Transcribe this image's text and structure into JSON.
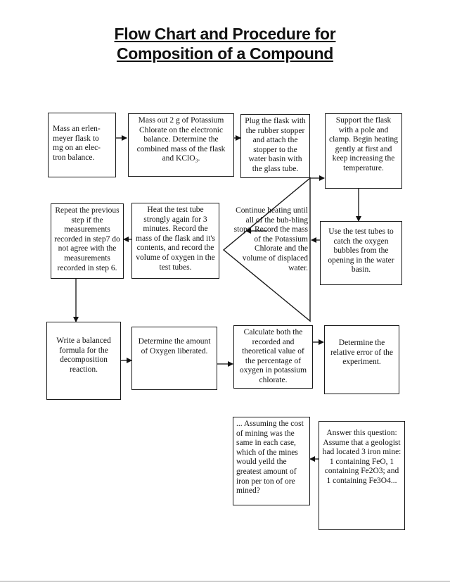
{
  "title": {
    "line1": "Flow Chart and Procedure for",
    "line2": "Composition of a Compound"
  },
  "steps": {
    "s1": "Mass an erlen-meyer flask to mg on an elec-tron balance.",
    "s2": "Mass out 2 g of Potassium Chlorate on the electronic balance. Determine the combined mass of the flask and KClO₃.",
    "s3": "Plug the flask with the rubber stopper and attach the stopper to the water basin with the glass tube.",
    "s4": "Support the flask with a pole and clamp. Begin heating gently at first and keep increasing the temperature.",
    "s5": "Use the test tubes to catch the oxygen bubbles from the opening in the water basin.",
    "s6": "Continue heating until all of the bub-bling stops. Record the mass of the Potassium Chlorate and the volume of displaced water.",
    "s7": "Heat the test tube strongly again for 3 minutes. Record the mass of the flask and it's contents, and record the volume of oxygen in the test tubes.",
    "s8": "Repeat the previous step if the measurements recorded in step7 do not agree with the measurements recorded in step 6.",
    "s9": "Write a balanced formula for the decomposition reaction.",
    "s10": "Determine the amount of Oxygen liberated.",
    "s11": "Calculate both the recorded and theoretical value of the percentage of oxygen in potassium chlorate.",
    "s12": "Determine the relative error of the experiment.",
    "s13": "Answer this question: Assume that a geologist had located 3 iron mine: 1 containing FeO, 1 containing Fe2O3; and 1 containing Fe3O4...",
    "s14": "... Assuming the cost of mining was the same in each case, which of the mines would yeild the greatest amount of iron per ton of ore mined?"
  }
}
